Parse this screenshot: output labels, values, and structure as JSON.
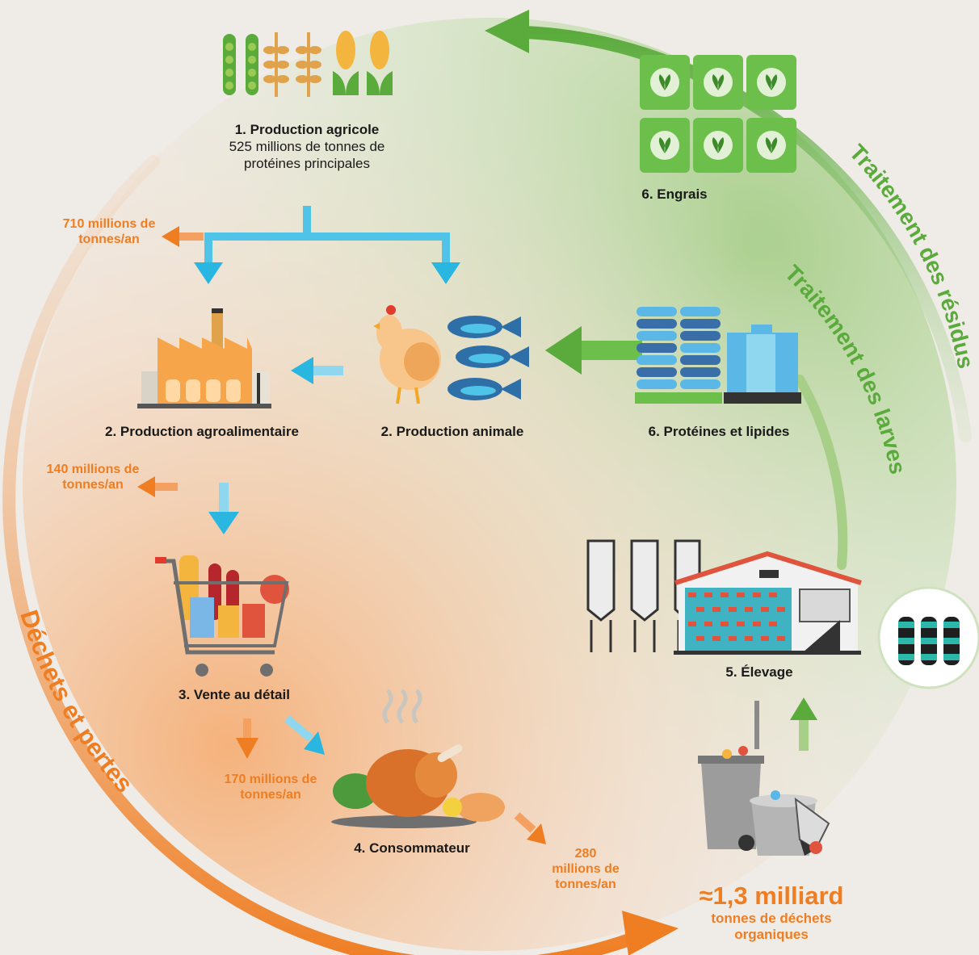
{
  "nodes": {
    "agri": {
      "title": "1. Production agricole",
      "line1": "525 millions de tonnes de",
      "line2": "protéines principales"
    },
    "agro": {
      "title": "2. Production agroalimentaire"
    },
    "animal": {
      "title": "2. Production animale"
    },
    "retail": {
      "title": "3. Vente au détail"
    },
    "consumer": {
      "title": "4. Consommateur"
    },
    "breeding": {
      "title": "5. Élevage"
    },
    "fert": {
      "title": "6. Engrais"
    },
    "prot": {
      "title": "6. Protéines et lipides"
    }
  },
  "losses": {
    "l710": {
      "line1": "710 millions de",
      "line2": "tonnes/an"
    },
    "l140": {
      "line1": "140 millions de",
      "line2": "tonnes/an"
    },
    "l170": {
      "line1": "170 millions de",
      "line2": "tonnes/an"
    },
    "l280": {
      "line1": "280",
      "line2": "millions de",
      "line3": "tonnes/an"
    }
  },
  "total": {
    "value": "≈1,3 milliard",
    "line1": "tonnes de déchets",
    "line2": "organiques"
  },
  "cycles": {
    "waste": "Déchets et pertes",
    "residues": "Traitement des résidus",
    "larvae": "Traitement des larves"
  },
  "colors": {
    "orange": "#ef7d22",
    "green": "#5aab3c",
    "blue": "#29b6e0",
    "background": "#efebe6"
  }
}
